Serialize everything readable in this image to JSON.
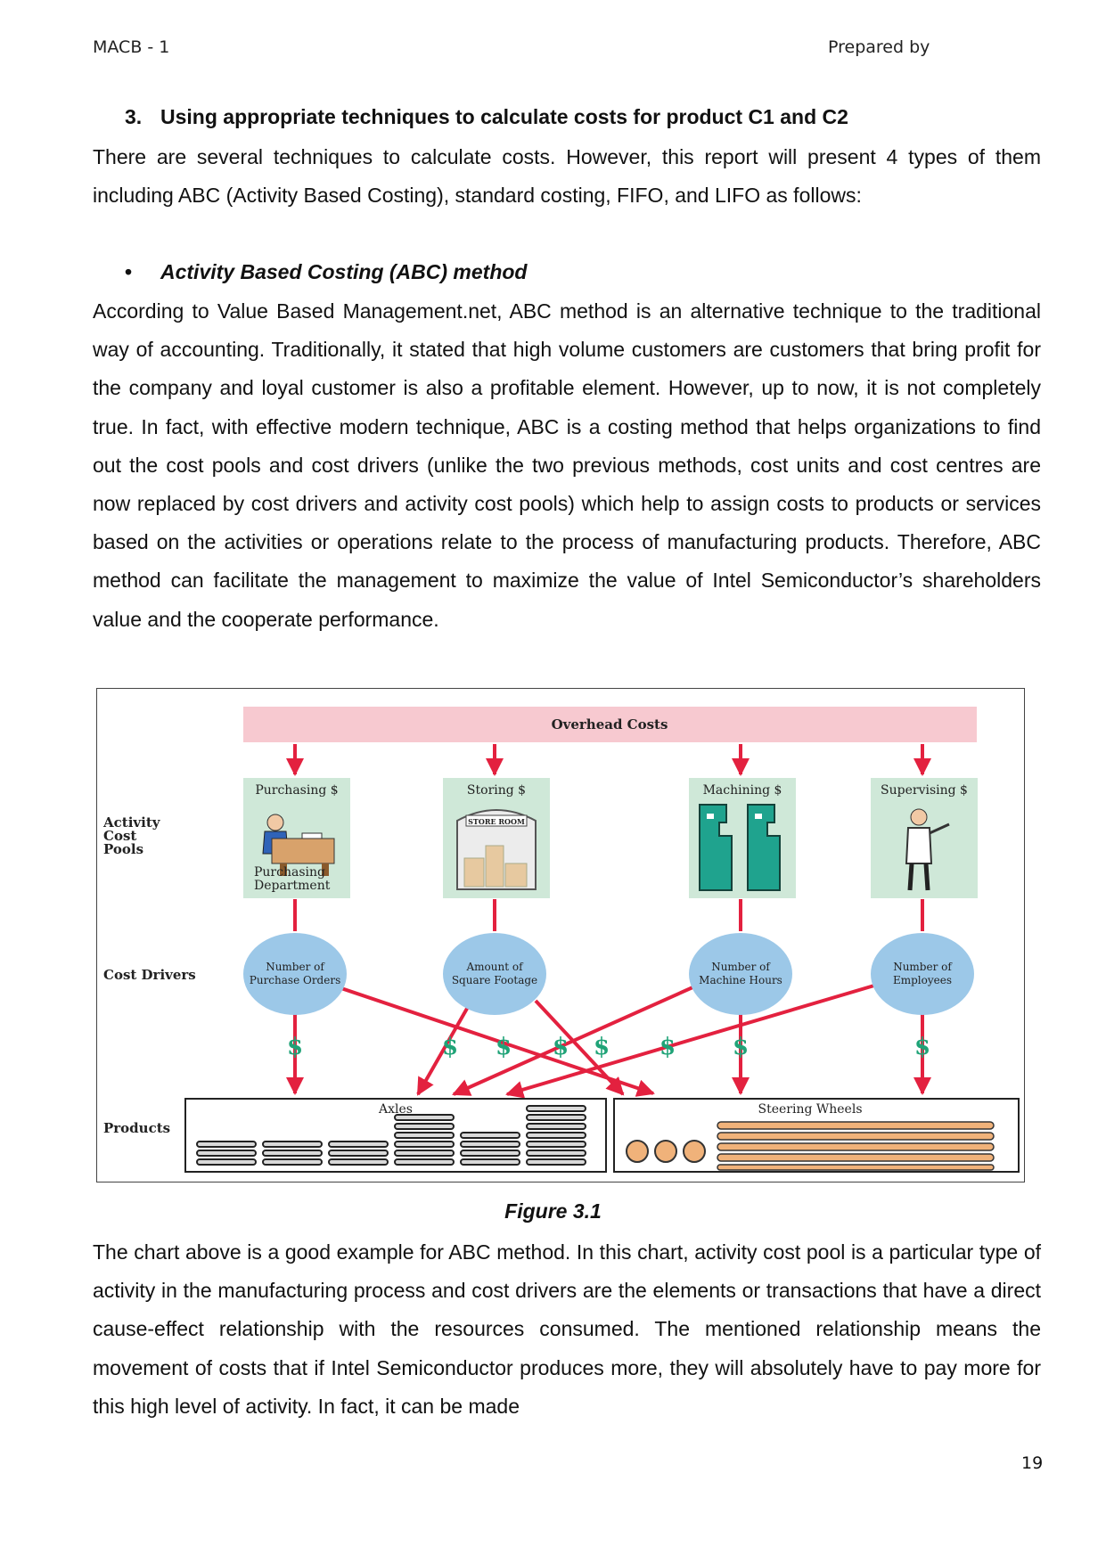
{
  "header": {
    "left": "MACB - 1",
    "right": "Prepared by"
  },
  "section": {
    "number": "3.",
    "title": "Using appropriate techniques to calculate costs for product C1 and C2"
  },
  "intro": "There are several techniques to calculate costs. However, this report will present 4 types of them including ABC (Activity Based Costing), standard costing, FIFO, and LIFO as follows:",
  "bullet": {
    "symbol": "•",
    "title": "Activity Based Costing (ABC) method"
  },
  "abc_paragraph": "According to Value Based Management.net, ABC method is an alternative technique to the traditional way of accounting.  Traditionally, it stated that high volume customers are customers that bring profit for the company and loyal customer is also a profitable element. However, up to now, it is not completely true. In fact, with effective modern technique, ABC is a costing method that helps organizations to find out the cost pools and cost drivers (unlike the two previous methods, cost units and cost centres are now replaced by cost drivers and activity cost pools) which help to assign costs to products or services based on the activities or operations relate to the process of manufacturing products. Therefore, ABC method can facilitate the management to maximize the value of Intel Semiconductor’s shareholders value and the cooperate performance.",
  "figure": {
    "overhead": "Overhead Costs",
    "row_labels": {
      "pools_1": "Activity",
      "pools_2": "Cost",
      "pools_3": "Pools",
      "drivers": "Cost Drivers",
      "products": "Products"
    },
    "pools": [
      {
        "title": "Purchasing $",
        "sub1": "Purchasing",
        "sub2": "Department"
      },
      {
        "title": "Storing $",
        "sign": "STORE ROOM"
      },
      {
        "title": "Machining $"
      },
      {
        "title": "Supervising $"
      }
    ],
    "drivers": [
      {
        "line1": "Number of",
        "line2": "Purchase Orders"
      },
      {
        "line1": "Amount of",
        "line2": "Square Footage"
      },
      {
        "line1": "Number of",
        "line2": "Machine Hours"
      },
      {
        "line1": "Number of",
        "line2": "Employees"
      }
    ],
    "dollar": "$",
    "products": {
      "left": "Axles",
      "right": "Steering Wheels"
    },
    "colors": {
      "overhead": "#f7c9d0",
      "pool": "#cfe8d8",
      "driver": "#9cc8e8",
      "arrow": "#e3213f",
      "dollar": "#1fa377"
    }
  },
  "caption": "Figure 3.1",
  "closing_paragraph": "The chart above is a good example for ABC method. In this chart, activity cost pool is a particular type of activity in the manufacturing process and cost drivers are the elements or transactions that have a direct cause-effect relationship with the resources consumed.  The mentioned relationship means the movement of costs that if Intel Semiconductor produces more, they will absolutely have to pay more for this high level of activity. In fact, it can be made",
  "page_number": "19"
}
